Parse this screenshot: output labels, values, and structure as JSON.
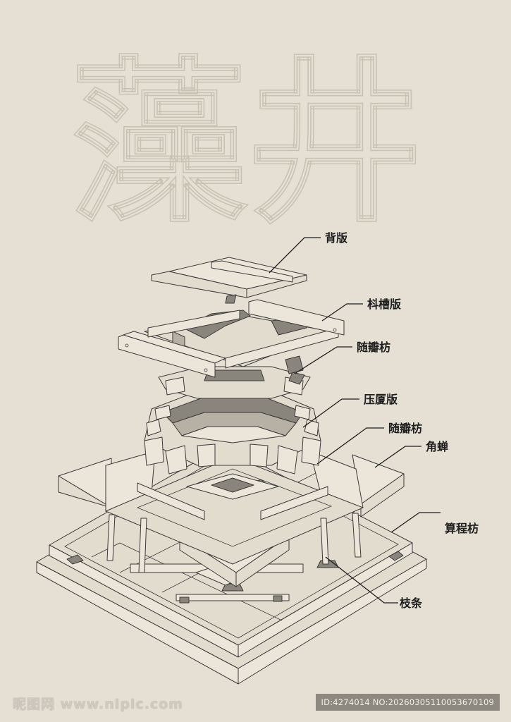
{
  "title": "藻井",
  "labels": [
    {
      "id": "beiban",
      "text": "背版"
    },
    {
      "id": "doucaoban",
      "text": "枓槽版"
    },
    {
      "id": "suibanfang-1",
      "text": "随瓣枋"
    },
    {
      "id": "yashaban",
      "text": "压厦版"
    },
    {
      "id": "suibanfang-2",
      "text": "随瓣枋"
    },
    {
      "id": "jiaochan",
      "text": "角蝉"
    },
    {
      "id": "suanchengfang",
      "text": "算程枋"
    },
    {
      "id": "zhitiao",
      "text": "枝条"
    }
  ],
  "watermark": {
    "site": "昵图网 www.nipic.com",
    "id": "ID:4274014 NO:20260305110053670109"
  }
}
